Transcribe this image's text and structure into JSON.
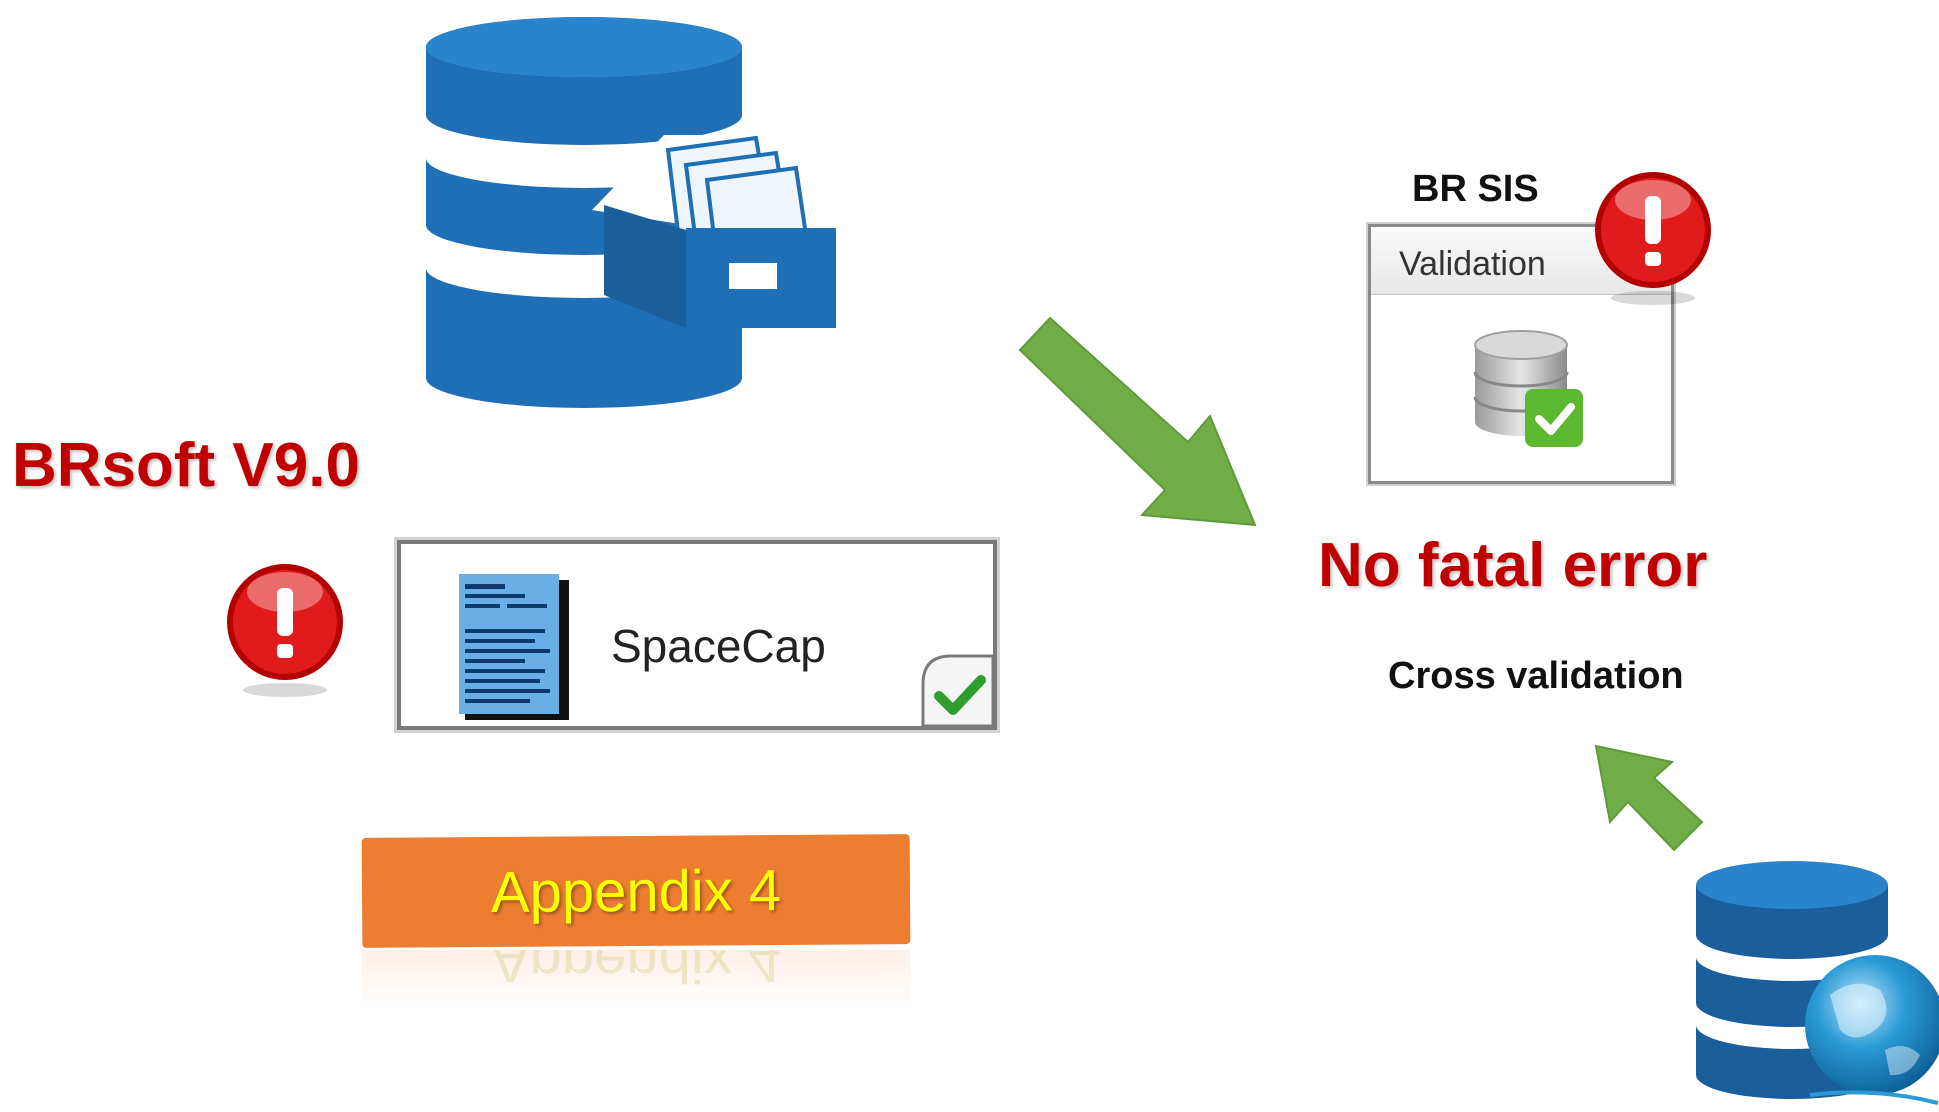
{
  "diagram": {
    "brsoft_label": "BRsoft V9.0",
    "spacecap_label": "SpaceCap",
    "appendix_label": "Appendix 4",
    "brsis_label": "BR SIS",
    "validation_label": "Validation",
    "status_label": "No fatal error",
    "cross_validation_label": "Cross validation"
  },
  "colors": {
    "database_blue": "#1e6fb6",
    "alert_red": "#c00000",
    "arrow_green": "#70ad47",
    "banner_orange": "#ed7d31",
    "banner_text_yellow": "#ffff00"
  },
  "icons": [
    "file-cabinet-database-icon",
    "alert-icon",
    "document-icon",
    "checkmark-icon",
    "database-check-icon",
    "network-database-icon",
    "arrow-down-right-icon",
    "arrow-up-left-icon"
  ]
}
